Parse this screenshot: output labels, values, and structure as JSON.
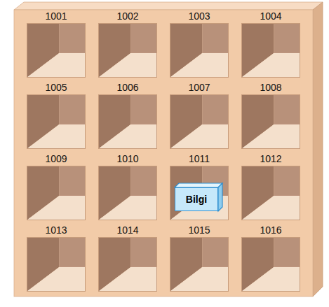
{
  "diagram": {
    "nodes": [
      {
        "text": [
          "1001"
        ]
      },
      {
        "text": [
          "1002"
        ]
      },
      {
        "text": [
          "1003"
        ]
      },
      {
        "text": [
          "1004"
        ]
      },
      {
        "text": [
          "1005"
        ]
      },
      {
        "text": [
          "1006"
        ]
      },
      {
        "text": [
          "1007"
        ]
      },
      {
        "text": [
          "1008"
        ]
      },
      {
        "text": [
          "1009"
        ]
      },
      {
        "text": [
          "1010"
        ]
      },
      {
        "text": [
          "1011"
        ]
      },
      {
        "text": [
          "1012"
        ]
      },
      {
        "text": [
          "1013"
        ]
      },
      {
        "text": [
          "1014"
        ]
      },
      {
        "text": [
          "1015"
        ]
      },
      {
        "text": [
          "1016"
        ]
      },
      {
        "text": [
          "Bilgi"
        ],
        "in": 10
      }
    ]
  }
}
